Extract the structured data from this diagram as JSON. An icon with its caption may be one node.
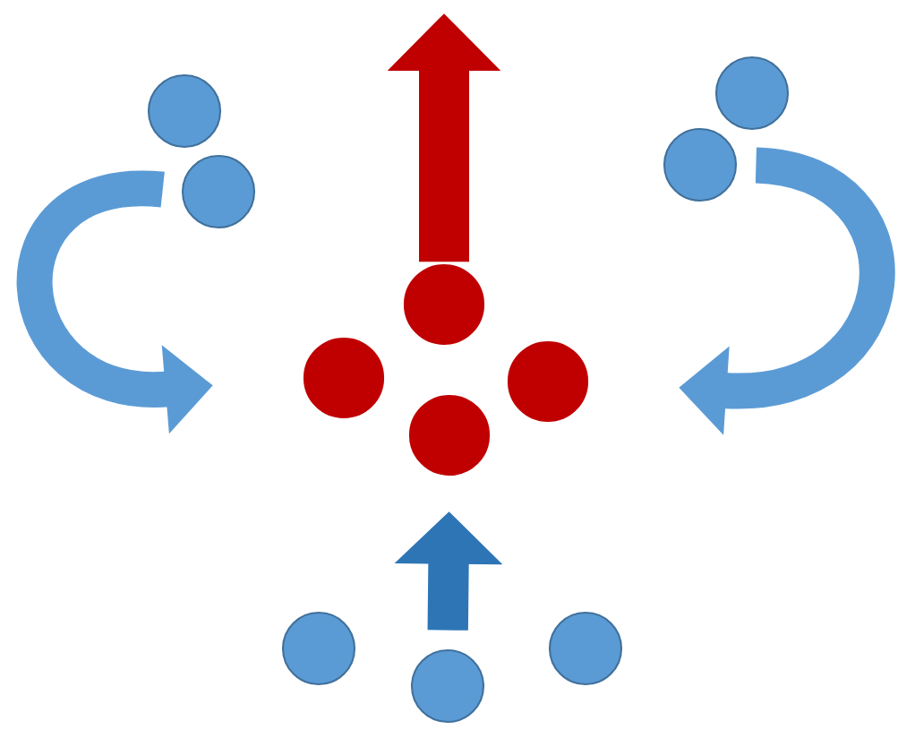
{
  "diagram": {
    "nodes": [
      {
        "text": [],
        "shape": "circle"
      },
      {
        "text": [],
        "shape": "circle"
      },
      {
        "text": [],
        "shape": "circle"
      },
      {
        "text": [],
        "shape": "circle"
      },
      {
        "text": [],
        "shape": "circle"
      },
      {
        "text": [],
        "shape": "circle"
      },
      {
        "text": [],
        "shape": "circle"
      },
      {
        "text": [],
        "shape": "circle"
      },
      {
        "text": [],
        "shape": "circle"
      },
      {
        "text": [],
        "shape": "circle"
      },
      {
        "text": [],
        "shape": "circle"
      }
    ],
    "edges": [
      {
        "from": 2,
        "to": 5,
        "arrow": "to"
      },
      {
        "from": 3,
        "to": 6,
        "arrow": "to"
      },
      {
        "from": 4,
        "to": null,
        "arrow": "to",
        "color": "#c00000"
      },
      {
        "from": 10,
        "to": 7,
        "arrow": "to",
        "color": "#2e75b6"
      }
    ]
  }
}
